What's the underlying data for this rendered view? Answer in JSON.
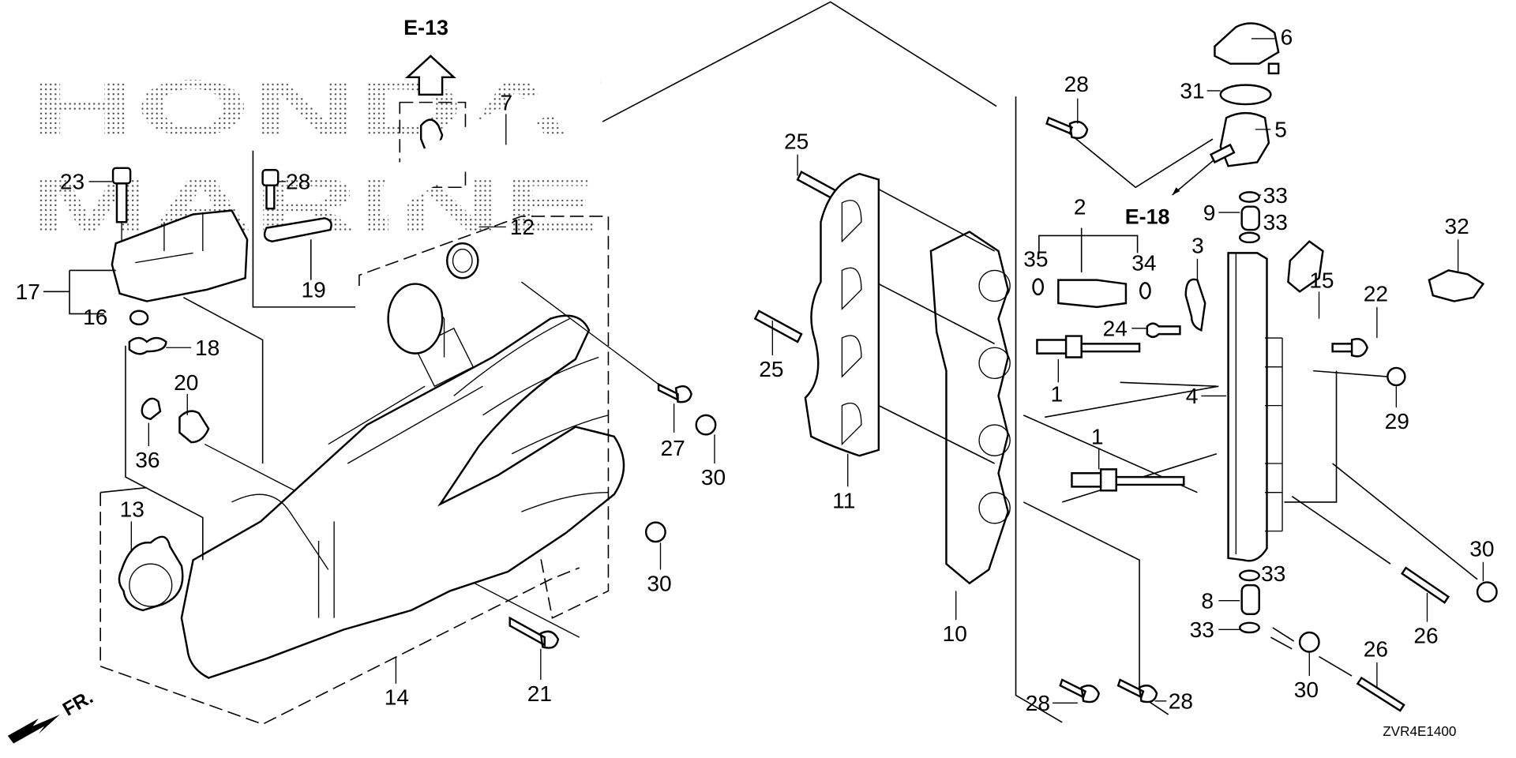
{
  "diagram": {
    "watermark_lines": [
      "HONDA",
      "MARINE"
    ],
    "reference_links": [
      {
        "id": "e13",
        "label": "E-13"
      },
      {
        "id": "e18",
        "label": "E-18"
      }
    ],
    "front_indicator": "FR.",
    "drawing_code": "ZVR4E1400",
    "callouts": [
      {
        "id": "c23",
        "label": "23"
      },
      {
        "id": "c28a",
        "label": "28"
      },
      {
        "id": "c7",
        "label": "7"
      },
      {
        "id": "c17",
        "label": "17"
      },
      {
        "id": "c16",
        "label": "16"
      },
      {
        "id": "c18",
        "label": "18"
      },
      {
        "id": "c19",
        "label": "19"
      },
      {
        "id": "c12",
        "label": "12"
      },
      {
        "id": "c20",
        "label": "20"
      },
      {
        "id": "c36",
        "label": "36"
      },
      {
        "id": "c13",
        "label": "13"
      },
      {
        "id": "c14",
        "label": "14"
      },
      {
        "id": "c21",
        "label": "21"
      },
      {
        "id": "c27",
        "label": "27"
      },
      {
        "id": "c30a",
        "label": "30"
      },
      {
        "id": "c30b",
        "label": "30"
      },
      {
        "id": "c25a",
        "label": "25"
      },
      {
        "id": "c25b",
        "label": "25"
      },
      {
        "id": "c11",
        "label": "11"
      },
      {
        "id": "c10",
        "label": "10"
      },
      {
        "id": "c28b",
        "label": "28"
      },
      {
        "id": "c2",
        "label": "2"
      },
      {
        "id": "c35",
        "label": "35"
      },
      {
        "id": "c34",
        "label": "34"
      },
      {
        "id": "c24",
        "label": "24"
      },
      {
        "id": "c1a",
        "label": "1"
      },
      {
        "id": "c1b",
        "label": "1"
      },
      {
        "id": "c28c",
        "label": "28"
      },
      {
        "id": "c28d",
        "label": "28"
      },
      {
        "id": "c6",
        "label": "6"
      },
      {
        "id": "c31",
        "label": "31"
      },
      {
        "id": "c5",
        "label": "5"
      },
      {
        "id": "c33a",
        "label": "33"
      },
      {
        "id": "c9",
        "label": "9"
      },
      {
        "id": "c33b",
        "label": "33"
      },
      {
        "id": "c3",
        "label": "3"
      },
      {
        "id": "c32",
        "label": "32"
      },
      {
        "id": "c15",
        "label": "15"
      },
      {
        "id": "c22",
        "label": "22"
      },
      {
        "id": "c4",
        "label": "4"
      },
      {
        "id": "c29",
        "label": "29"
      },
      {
        "id": "c33c",
        "label": "33"
      },
      {
        "id": "c8",
        "label": "8"
      },
      {
        "id": "c33d",
        "label": "33"
      },
      {
        "id": "c30c",
        "label": "30"
      },
      {
        "id": "c26a",
        "label": "26"
      },
      {
        "id": "c30d",
        "label": "30"
      },
      {
        "id": "c26b",
        "label": "26"
      }
    ]
  }
}
